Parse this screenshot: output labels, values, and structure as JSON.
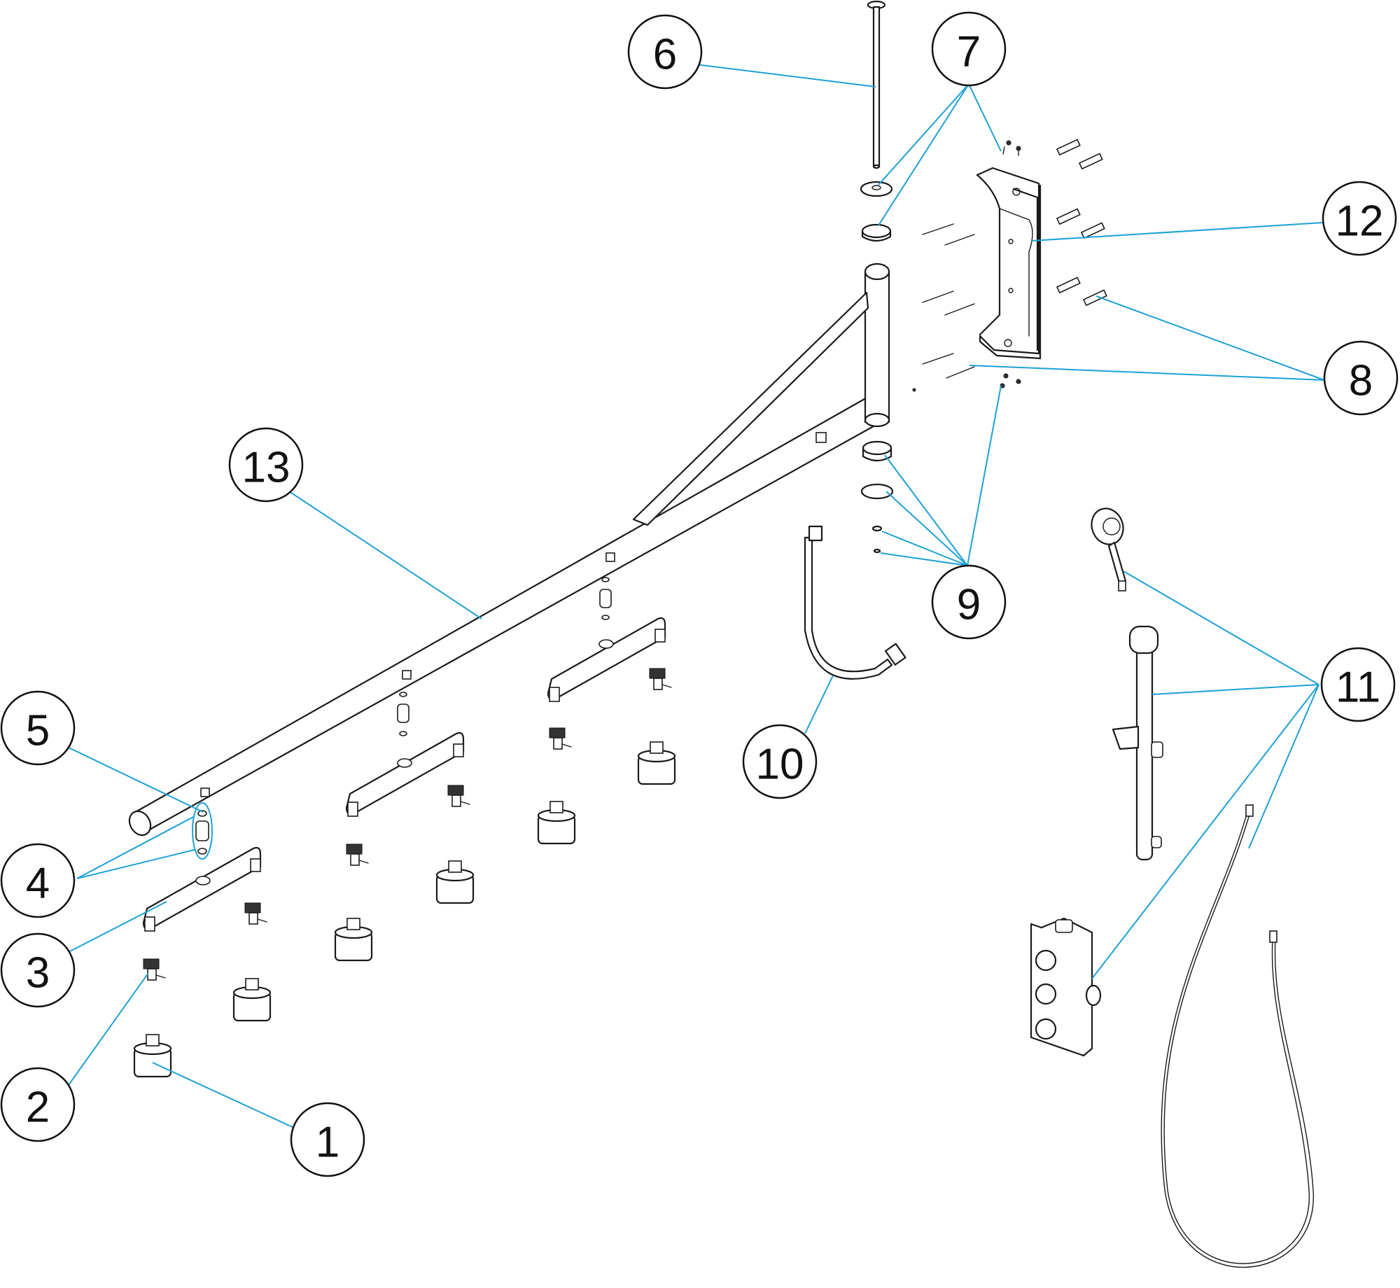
{
  "diagram": {
    "callouts": [
      {
        "id": "c1",
        "label": "1"
      },
      {
        "id": "c2",
        "label": "2"
      },
      {
        "id": "c3",
        "label": "3"
      },
      {
        "id": "c4",
        "label": "4"
      },
      {
        "id": "c5",
        "label": "5"
      },
      {
        "id": "c6",
        "label": "6"
      },
      {
        "id": "c7",
        "label": "7"
      },
      {
        "id": "c8",
        "label": "8"
      },
      {
        "id": "c9",
        "label": "9"
      },
      {
        "id": "c10",
        "label": "10"
      },
      {
        "id": "c11",
        "label": "11"
      },
      {
        "id": "c12",
        "label": "12"
      },
      {
        "id": "c13",
        "label": "13"
      }
    ],
    "colors": {
      "leader": "#1da1d6",
      "line": "#1a1a1a",
      "background": "#ffffff"
    }
  }
}
